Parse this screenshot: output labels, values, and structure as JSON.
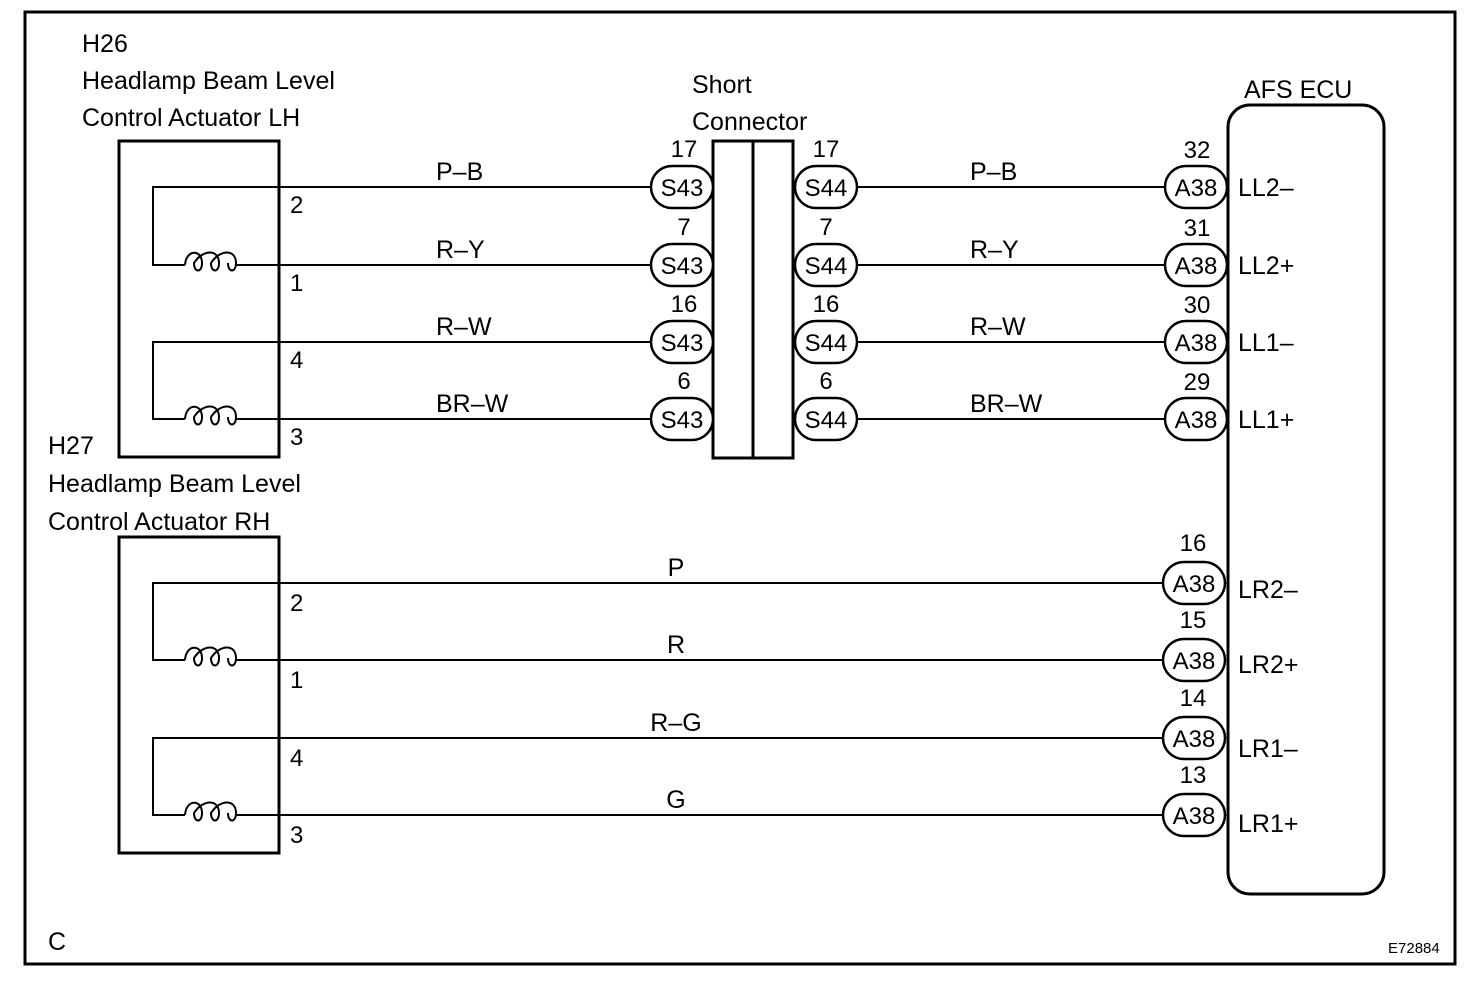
{
  "labels": {
    "lh_code": "H26",
    "lh_line1": "Headlamp Beam Level",
    "lh_line2": "Control Actuator LH",
    "rh_code": "H27",
    "rh_line1": "Headlamp Beam Level",
    "rh_line2": "Control Actuator RH",
    "short_line1": "Short",
    "short_line2": "Connector",
    "ecu_title": "AFS ECU",
    "corner_letter": "C",
    "figure_id": "E72884"
  },
  "lh_wires": [
    {
      "act_pin": "2",
      "color": "P–B",
      "pin": "17",
      "left_conn": "S43",
      "right_conn": "S44",
      "ecu_pin": "32",
      "ecu_conn": "A38",
      "ecu_label": "LL2–"
    },
    {
      "act_pin": "1",
      "color": "R–Y",
      "pin": "7",
      "left_conn": "S43",
      "right_conn": "S44",
      "ecu_pin": "31",
      "ecu_conn": "A38",
      "ecu_label": "LL2+"
    },
    {
      "act_pin": "4",
      "color": "R–W",
      "pin": "16",
      "left_conn": "S43",
      "right_conn": "S44",
      "ecu_pin": "30",
      "ecu_conn": "A38",
      "ecu_label": "LL1–"
    },
    {
      "act_pin": "3",
      "color": "BR–W",
      "pin": "6",
      "left_conn": "S43",
      "right_conn": "S44",
      "ecu_pin": "29",
      "ecu_conn": "A38",
      "ecu_label": "LL1+"
    }
  ],
  "rh_wires": [
    {
      "act_pin": "2",
      "color": "P",
      "ecu_pin": "16",
      "ecu_conn": "A38",
      "ecu_label": "LR2–"
    },
    {
      "act_pin": "1",
      "color": "R",
      "ecu_pin": "15",
      "ecu_conn": "A38",
      "ecu_label": "LR2+"
    },
    {
      "act_pin": "4",
      "color": "R–G",
      "ecu_pin": "14",
      "ecu_conn": "A38",
      "ecu_label": "LR1–"
    },
    {
      "act_pin": "3",
      "color": "G",
      "ecu_pin": "13",
      "ecu_conn": "A38",
      "ecu_label": "LR1+"
    }
  ]
}
